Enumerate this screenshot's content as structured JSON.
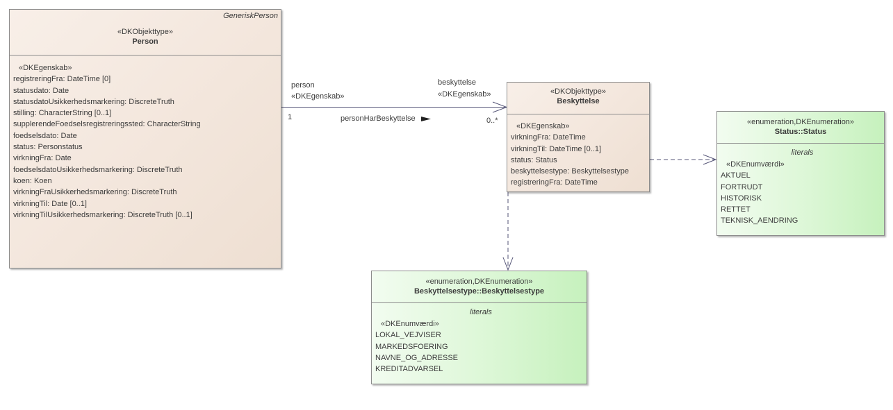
{
  "classes": {
    "person": {
      "parent": "GeneriskPerson",
      "stereotype": "«DKObjekttype»",
      "name": "Person",
      "section": "«DKEgenskab»",
      "attributes": [
        "registreringFra: DateTime [0]",
        "statusdato: Date",
        "statusdatoUsikkerhedsmarkering: DiscreteTruth",
        "stilling: CharacterString [0..1]",
        "supplerendeFoedselsregistreringssted: CharacterString",
        "foedselsdato: Date",
        "status: Personstatus",
        "virkningFra: Date",
        "foedselsdatoUsikkerhedsmarkering: DiscreteTruth",
        "koen: Koen",
        "virkningFraUsikkerhedsmarkering: DiscreteTruth",
        "virkningTil: Date [0..1]",
        "virkningTilUsikkerhedsmarkering: DiscreteTruth [0..1]"
      ]
    },
    "beskyttelse": {
      "stereotype": "«DKObjekttype»",
      "name": "Beskyttelse",
      "section": "«DKEgenskab»",
      "attributes": [
        "virkningFra: DateTime",
        "virkningTil: DateTime [0..1]",
        "status: Status",
        "beskyttelsestype: Beskyttelsestype",
        "registreringFra: DateTime"
      ]
    }
  },
  "enums": {
    "status": {
      "stereotype": "«enumeration,DKEnumeration»",
      "name": "Status::Status",
      "literals_title": "literals",
      "section": "«DKEnumværdi»",
      "values": [
        "AKTUEL",
        "FORTRUDT",
        "HISTORISK",
        "RETTET",
        "TEKNISK_AENDRING"
      ]
    },
    "beskyttelsestype": {
      "stereotype": "«enumeration,DKEnumeration»",
      "name": "Beskyttelsestype::Beskyttelsestype",
      "literals_title": "literals",
      "section": "«DKEnumværdi»",
      "values": [
        "LOKAL_VEJVISER",
        "MARKEDSFOERING",
        "NAVNE_OG_ADRESSE",
        "KREDITADVARSEL"
      ]
    }
  },
  "association": {
    "source_role": "person",
    "source_stereotype": "«DKEgenskab»",
    "source_multiplicity": "1",
    "target_role": "beskyttelse",
    "target_stereotype": "«DKEgenskab»",
    "target_multiplicity": "0..*",
    "name": "personHarBeskyttelse"
  }
}
